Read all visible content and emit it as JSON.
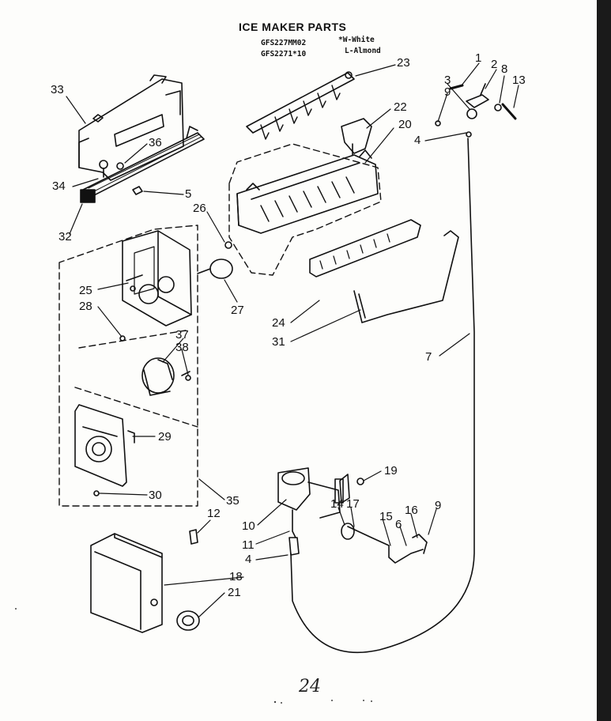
{
  "title": "ICE MAKER PARTS",
  "models": [
    "GFS227MM02",
    "GFS2271*10"
  ],
  "color_codes": [
    "*W-White",
    "L-Almond"
  ],
  "page_number": "24",
  "part_callouts": [
    "1",
    "2",
    "3",
    "9",
    "8",
    "13",
    "23",
    "22",
    "20",
    "4",
    "33",
    "36",
    "34",
    "5",
    "32",
    "26",
    "25",
    "28",
    "27",
    "37",
    "38",
    "24",
    "31",
    "7",
    "29",
    "30",
    "35",
    "19",
    "12",
    "10",
    "14",
    "17",
    "16",
    "9",
    "15",
    "6",
    "11",
    "4",
    "18",
    "21"
  ]
}
